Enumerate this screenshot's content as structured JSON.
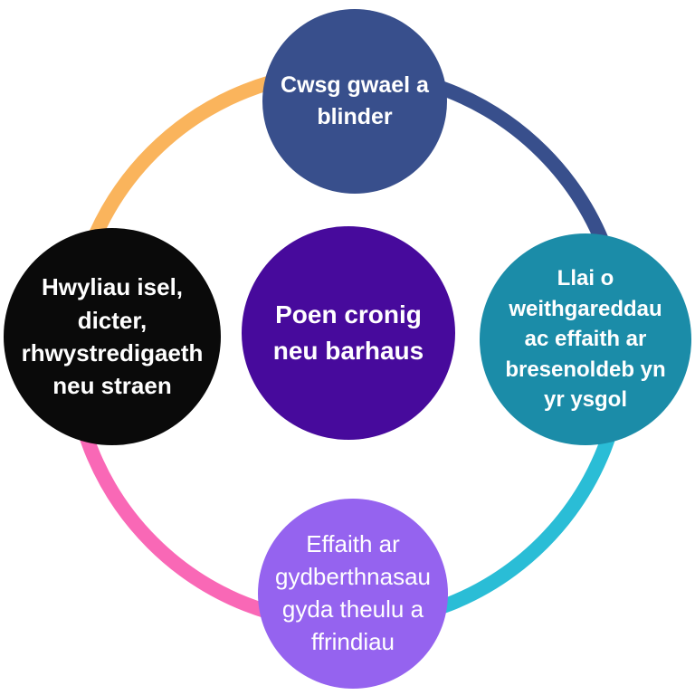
{
  "diagram": {
    "background_color": "#ffffff",
    "text_color": "#ffffff",
    "center": {
      "label": "Poen cronig\nneu barhaus",
      "color": "#470a9c"
    },
    "nodes": [
      {
        "id": "top",
        "label": "Cwsg gwael a\nblinder",
        "color": "#384f8c"
      },
      {
        "id": "right",
        "label": "Llai o\nweithgareddau\nac effaith ar\nbresenoldeb yn\nyr ysgol",
        "color": "#1b8ca8"
      },
      {
        "id": "bottom",
        "label": "Effaith ar\ngydberthnasau\ngyda theulu a\nffrindiau",
        "color": "#9563ef"
      },
      {
        "id": "left",
        "label": "Hwyliau isel,\ndicter,\nrhwystredigaeth\nneu straen",
        "color": "#0a0a0a"
      }
    ],
    "ring_arcs": [
      {
        "position": "top-left",
        "color": "#fab45c"
      },
      {
        "position": "top-right",
        "color": "#384f8c"
      },
      {
        "position": "bottom-right",
        "color": "#2abdd6"
      },
      {
        "position": "bottom-left",
        "color": "#f968b6"
      }
    ]
  }
}
